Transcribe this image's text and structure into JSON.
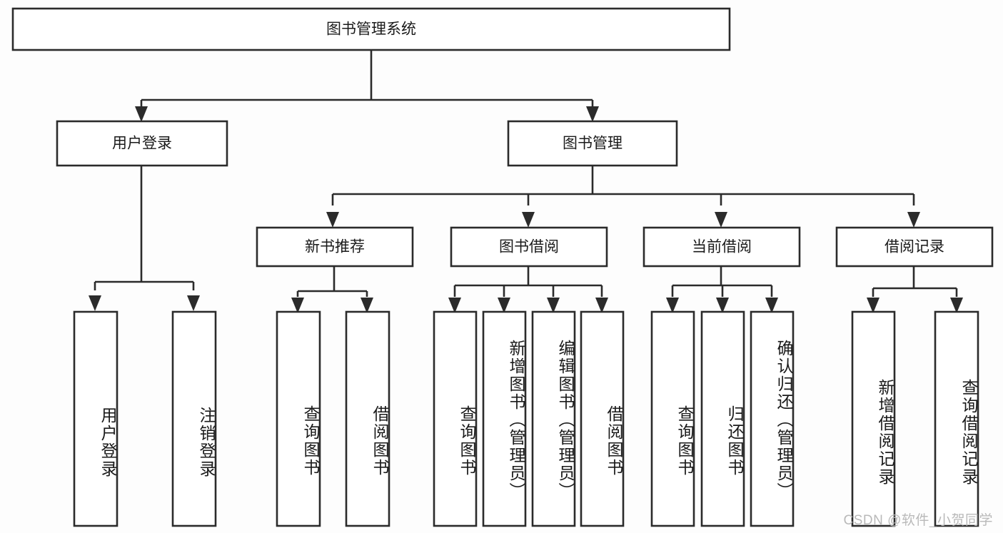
{
  "diagram": {
    "title": "图书管理系统",
    "type": "tree-hierarchy-diagram",
    "watermark": "CSDN @软件_小贺同学",
    "colors": {
      "stroke": "#2b2b2b",
      "box_fill": "#ffffff",
      "text": "#1a1a1a",
      "background": "#fdfdfd",
      "watermark": "#b9b9b9"
    },
    "levels": {
      "root": {
        "label": "图书管理系统"
      },
      "level2": [
        {
          "label": "用户登录"
        },
        {
          "label": "图书管理"
        }
      ],
      "level3": [
        {
          "label": "新书推荐"
        },
        {
          "label": "图书借阅"
        },
        {
          "label": "当前借阅"
        },
        {
          "label": "借阅记录"
        }
      ],
      "leaves": [
        {
          "label": "用户登录",
          "parent": "用户登录"
        },
        {
          "label": "注销登录",
          "parent": "用户登录"
        },
        {
          "label": "查询图书",
          "parent": "新书推荐"
        },
        {
          "label": "借阅图书",
          "parent": "新书推荐"
        },
        {
          "label": "查询图书",
          "parent": "图书借阅"
        },
        {
          "label": "新增图书（管理员）",
          "parent": "图书借阅"
        },
        {
          "label": "编辑图书（管理员）",
          "parent": "图书借阅"
        },
        {
          "label": "借阅图书",
          "parent": "图书借阅"
        },
        {
          "label": "查询图书",
          "parent": "当前借阅"
        },
        {
          "label": "归还图书",
          "parent": "当前借阅"
        },
        {
          "label": "确认归还（管理员）",
          "parent": "当前借阅"
        },
        {
          "label": "新增借阅记录",
          "parent": "借阅记录"
        },
        {
          "label": "查询借阅记录",
          "parent": "借阅记录"
        }
      ]
    }
  }
}
